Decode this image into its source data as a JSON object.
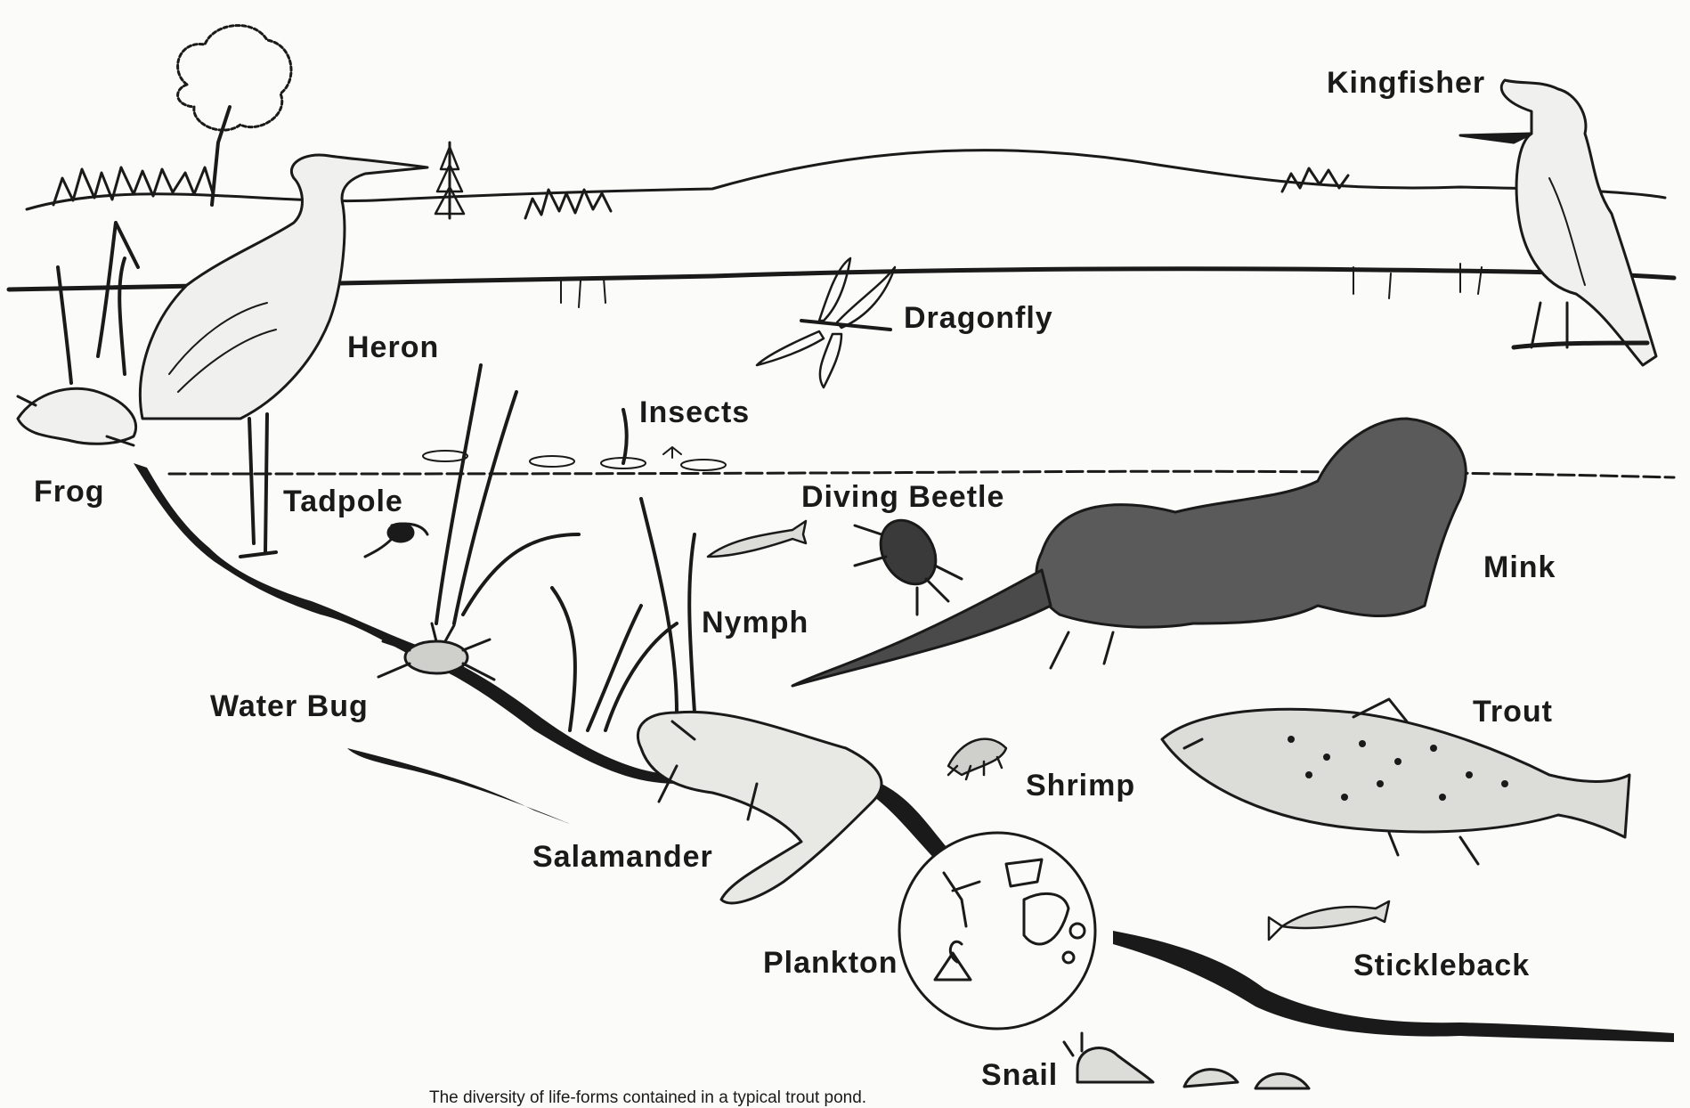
{
  "labels": {
    "kingfisher": "Kingfisher",
    "dragonfly": "Dragonfly",
    "heron": "Heron",
    "insects": "Insects",
    "frog": "Frog",
    "tadpole": "Tadpole",
    "diving_beetle": "Diving Beetle",
    "mink": "Mink",
    "nymph": "Nymph",
    "water_bug": "Water Bug",
    "trout": "Trout",
    "shrimp": "Shrimp",
    "salamander": "Salamander",
    "plankton": "Plankton",
    "stickleback": "Stickleback",
    "snail": "Snail"
  },
  "caption": "The diversity of life-forms contained in a typical trout pond.",
  "colors": {
    "ink": "#1a1a1a",
    "paper": "#fbfbfa"
  }
}
